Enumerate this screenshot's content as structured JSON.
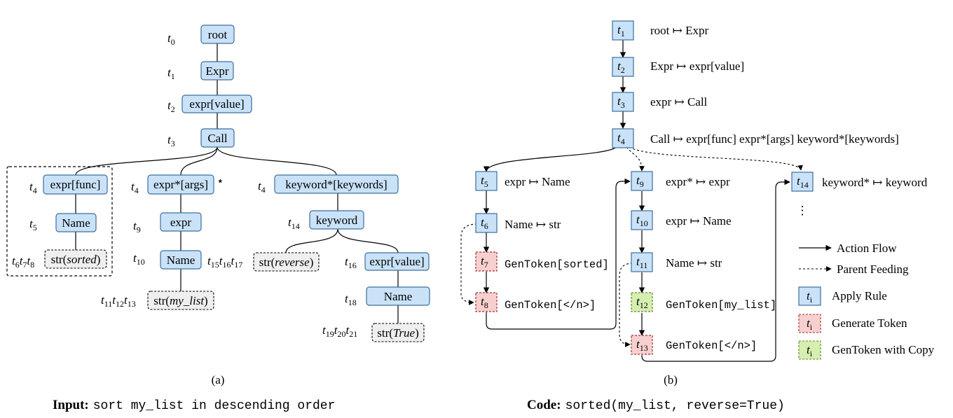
{
  "colors": {
    "rule_fill": "#c9e2f8",
    "rule_stroke": "#3e6f9c",
    "token_fill": "#f8cfcf",
    "token_stroke": "#a03030",
    "copy_fill": "#d6eeb0",
    "copy_stroke": "#5c8a2a",
    "leaf_fill": "#efefef",
    "line": "#000000"
  },
  "tree_a": {
    "nodes": {
      "root": "root",
      "expr": "Expr",
      "expr_value": "expr[value]",
      "call": "Call",
      "expr_func": "expr[func]",
      "name_func": "Name",
      "str_sorted_pre": "str(",
      "str_sorted_arg": "sorted",
      "str_sorted_post": ")",
      "expr_args": "expr*[args]",
      "star": "⋆",
      "expr_args_child": "expr",
      "name_args": "Name",
      "str_mylist_pre": "str(",
      "str_mylist_arg": "my_list",
      "str_mylist_post": ")",
      "keyword_kw": "keyword*[keywords]",
      "keyword": "keyword",
      "str_reverse_pre": "str(",
      "str_reverse_arg": "reverse",
      "str_reverse_post": ")",
      "expr_value_kw": "expr[value]",
      "name_kw": "Name",
      "str_true_pre": "str(",
      "str_true_arg": "True",
      "str_true_post": ")"
    },
    "tlabels": {
      "root": [
        "0"
      ],
      "expr": [
        "1"
      ],
      "expr_value": [
        "2"
      ],
      "call": [
        "3"
      ],
      "expr_func": [
        "4"
      ],
      "name_func": [
        "5"
      ],
      "str_sorted": [
        "6",
        "7",
        "8"
      ],
      "expr_args": [
        "4"
      ],
      "expr_args_child": [
        "9"
      ],
      "name_args": [
        "10"
      ],
      "str_mylist": [
        "11",
        "12",
        "13"
      ],
      "keyword_kw": [
        "4"
      ],
      "keyword": [
        "14"
      ],
      "str_reverse": [
        "15",
        "16",
        "17"
      ],
      "expr_value_kw": [
        "16"
      ],
      "name_kw": [
        "18"
      ],
      "str_true": [
        "19",
        "20",
        "21"
      ]
    },
    "caption": "(a)"
  },
  "flow_b": {
    "steps": {
      "t1": {
        "sub": "1",
        "rule": "root ↦ Expr"
      },
      "t2": {
        "sub": "2",
        "rule": "Expr ↦ expr[value]"
      },
      "t3": {
        "sub": "3",
        "rule": "expr ↦ Call"
      },
      "t4": {
        "sub": "4",
        "rule": "Call ↦ expr[func]  expr*[args]  keyword*[keywords]"
      },
      "t5": {
        "sub": "5",
        "rule": "expr ↦ Name"
      },
      "t6": {
        "sub": "6",
        "rule": "Name ↦ str"
      },
      "t7": {
        "sub": "7",
        "rule": "GenToken[sorted]"
      },
      "t8": {
        "sub": "8",
        "rule": "GenToken[</n>]"
      },
      "t9": {
        "sub": "9",
        "rule": "expr* ↦ expr"
      },
      "t10": {
        "sub": "10",
        "rule": "expr ↦ Name"
      },
      "t11": {
        "sub": "11",
        "rule": "Name ↦ str"
      },
      "t12": {
        "sub": "12",
        "rule": "GenToken[my_list]"
      },
      "t13": {
        "sub": "13",
        "rule": "GenToken[</n>]"
      },
      "t14": {
        "sub": "14",
        "rule": "keyword* ↦ keyword"
      }
    },
    "ellipsis": "⋮",
    "legend": {
      "action_flow": "Action Flow",
      "parent_feeding": "Parent Feeding",
      "apply_rule": "Apply Rule",
      "generate_token": "Generate Token",
      "gentoken_copy": "GenToken with Copy",
      "box_sub": "i"
    },
    "caption": "(b)"
  },
  "bottom": {
    "input_label": "Input:",
    "input_value": "sort my_list in descending order",
    "code_label": "Code:",
    "code_value": "sorted(my_list, reverse=True)"
  }
}
